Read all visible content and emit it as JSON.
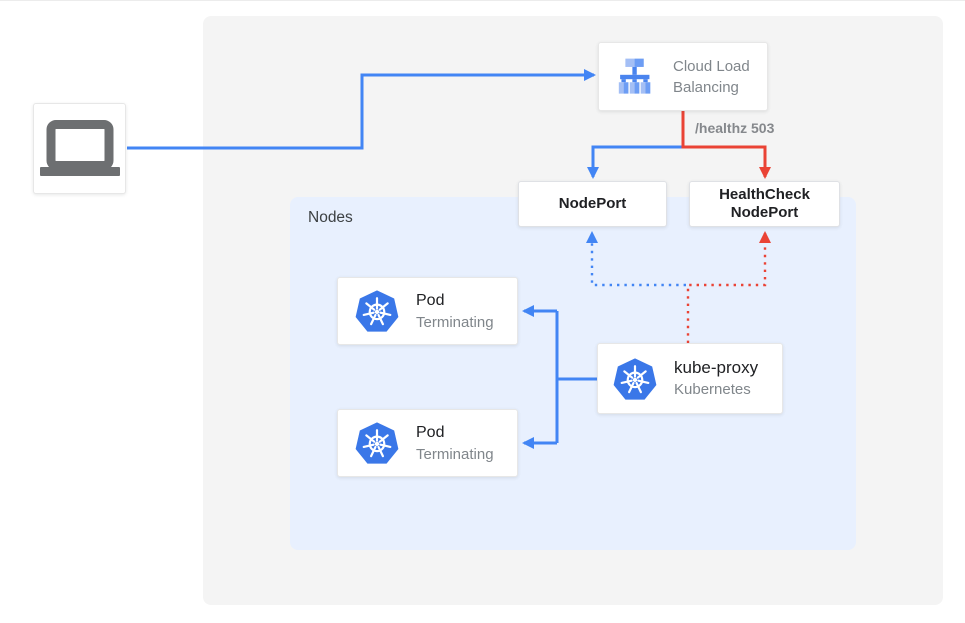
{
  "panels": {
    "nodes": {
      "label": "Nodes"
    }
  },
  "nodes": {
    "client": {
      "icon": "laptop-icon"
    },
    "cloud_load_balancing": {
      "label": "Cloud Load Balancing",
      "icon": "load-balancer-icon"
    },
    "nodeport": {
      "label": "NodePort"
    },
    "healthcheck_nodeport": {
      "label_line1": "HealthCheck",
      "label_line2": "NodePort"
    },
    "pod_1": {
      "label": "Pod",
      "status": "Terminating",
      "icon": "kubernetes-icon"
    },
    "pod_2": {
      "label": "Pod",
      "status": "Terminating",
      "icon": "kubernetes-icon"
    },
    "kube_proxy": {
      "label": "kube-proxy",
      "sublabel": "Kubernetes",
      "icon": "kubernetes-icon"
    }
  },
  "edges": {
    "healthz_label": "/healthz 503",
    "client_to_cloud_load_balancing": {
      "color": "#4285f4",
      "style": "solid"
    },
    "cloud_load_balancing_to_nodeport": {
      "color": "#4285f4",
      "style": "solid"
    },
    "cloud_load_balancing_to_healthcheck_nodeport": {
      "color": "#ea4335",
      "style": "solid"
    },
    "kube_proxy_to_pod_1": {
      "color": "#4285f4",
      "style": "solid"
    },
    "kube_proxy_to_pod_2": {
      "color": "#4285f4",
      "style": "solid"
    },
    "kube_proxy_to_nodeport": {
      "color": "#4285f4",
      "style": "dotted"
    },
    "kube_proxy_to_healthcheck_nodeport": {
      "color": "#ea4335",
      "style": "dotted"
    }
  },
  "colors": {
    "edge_blue": "#4285f4",
    "edge_red": "#ea4335",
    "nodes_panel_bg": "#e8f0fe",
    "canvas_panel_bg": "#f4f4f4",
    "kubernetes_icon_blue": "#3a77e8",
    "laptop_icon_gray": "#6d6f71",
    "text_primary": "#202124",
    "text_secondary": "#80868b"
  }
}
